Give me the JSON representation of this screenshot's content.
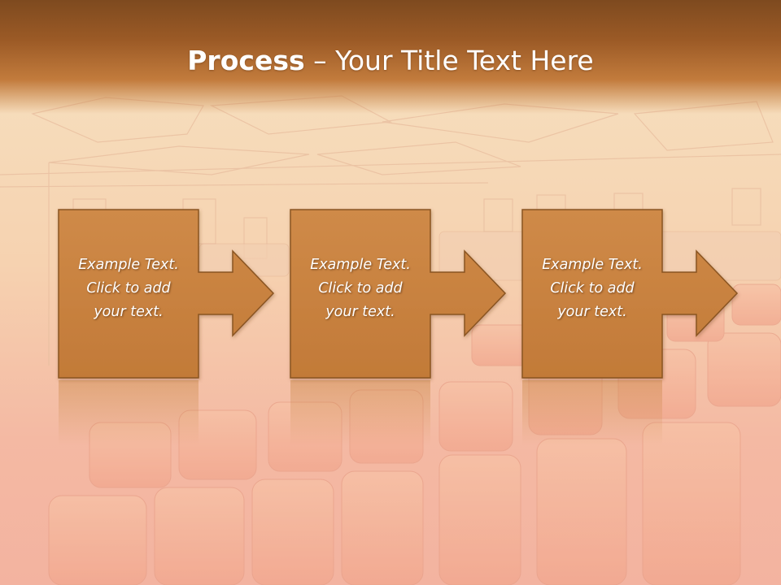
{
  "slide": {
    "title_bold": "Process",
    "title_rest": " – Your Title Text Here"
  },
  "steps": [
    {
      "line1": "Example Text.",
      "line2": "Click  to add",
      "line3": "your text."
    },
    {
      "line1": "Example Text.",
      "line2": "Click  to add",
      "line3": "your text."
    },
    {
      "line1": "Example Text.",
      "line2": "Click  to add",
      "line3": "your text."
    }
  ],
  "colors": {
    "header": "#9b5a26",
    "box_fill": "#c9813f",
    "box_stroke": "#8a5421",
    "background": "#f6d2b0"
  }
}
